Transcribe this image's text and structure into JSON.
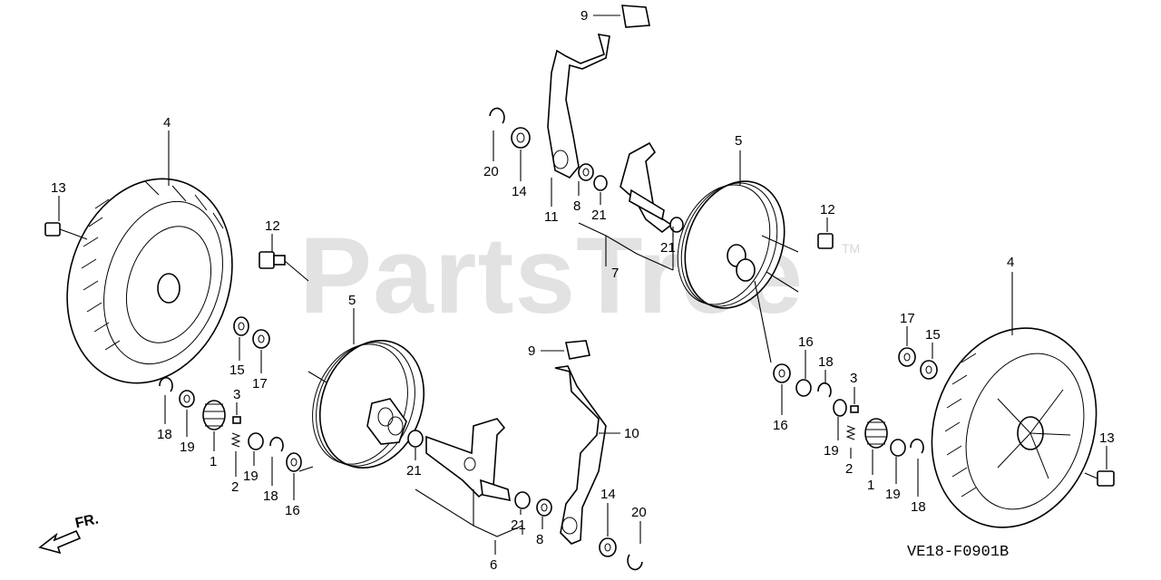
{
  "watermark": {
    "text": "PartsTree",
    "trademark": "TM"
  },
  "drawing_code": "VE18-F0901B",
  "direction_label": "FR.",
  "callouts": [
    {
      "id": "c4l",
      "text": "4"
    },
    {
      "id": "c13l",
      "text": "13"
    },
    {
      "id": "c12l",
      "text": "12"
    },
    {
      "id": "c5l",
      "text": "5"
    },
    {
      "id": "c15l",
      "text": "15"
    },
    {
      "id": "c17l",
      "text": "17"
    },
    {
      "id": "c18l",
      "text": "18"
    },
    {
      "id": "c19l",
      "text": "19"
    },
    {
      "id": "c3l",
      "text": "3"
    },
    {
      "id": "c1l",
      "text": "1"
    },
    {
      "id": "c2l",
      "text": "2"
    },
    {
      "id": "c19l2",
      "text": "19"
    },
    {
      "id": "c18l2",
      "text": "18"
    },
    {
      "id": "c16l",
      "text": "16"
    },
    {
      "id": "c21a",
      "text": "21"
    },
    {
      "id": "c9b",
      "text": "9"
    },
    {
      "id": "c10",
      "text": "10"
    },
    {
      "id": "c14b",
      "text": "14"
    },
    {
      "id": "c20b",
      "text": "20"
    },
    {
      "id": "c21b",
      "text": "21"
    },
    {
      "id": "c8b",
      "text": "8"
    },
    {
      "id": "c6",
      "text": "6"
    },
    {
      "id": "c9t",
      "text": "9"
    },
    {
      "id": "c20t",
      "text": "20"
    },
    {
      "id": "c14t",
      "text": "14"
    },
    {
      "id": "c11",
      "text": "11"
    },
    {
      "id": "c8t",
      "text": "8"
    },
    {
      "id": "c21t",
      "text": "21"
    },
    {
      "id": "c21t2",
      "text": "21"
    },
    {
      "id": "c7",
      "text": "7"
    },
    {
      "id": "c5r",
      "text": "5"
    },
    {
      "id": "c12r",
      "text": "12"
    },
    {
      "id": "c16r",
      "text": "16"
    },
    {
      "id": "c18r",
      "text": "18"
    },
    {
      "id": "c3r",
      "text": "3"
    },
    {
      "id": "c16r2",
      "text": "16"
    },
    {
      "id": "c19r",
      "text": "19"
    },
    {
      "id": "c2r",
      "text": "2"
    },
    {
      "id": "c1r",
      "text": "1"
    },
    {
      "id": "c19r2",
      "text": "19"
    },
    {
      "id": "c18r2",
      "text": "18"
    },
    {
      "id": "c17r",
      "text": "17"
    },
    {
      "id": "c15r",
      "text": "15"
    },
    {
      "id": "c4r",
      "text": "4"
    },
    {
      "id": "c13r",
      "text": "13"
    }
  ]
}
